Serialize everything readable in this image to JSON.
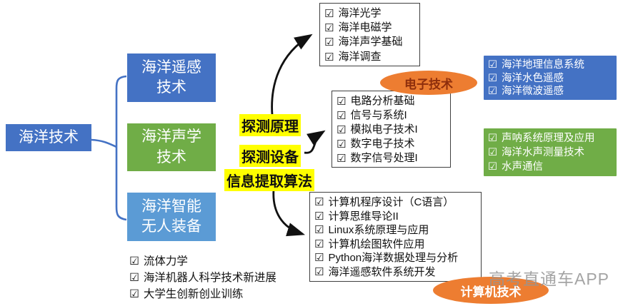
{
  "root_label": "海洋技术",
  "branches": {
    "remote_sensing": "海洋遥感\n技术",
    "acoustics": "海洋声学\n技术",
    "unmanned": "海洋智能\n无人装备"
  },
  "method_labels": {
    "principle": "探测原理",
    "equipment": "探测设备",
    "algorithm": "信息提取算法"
  },
  "bubbles": {
    "electronics": "电子技术",
    "computer": "计算机技术"
  },
  "checkbox_glyph": "☑",
  "course_lists": {
    "ocean_basics": [
      "海洋光学",
      "海洋电磁学",
      "海洋声学基础",
      "海洋调查"
    ],
    "electronics": [
      "电路分析基础",
      "信号与系统I",
      "模拟电子技术I",
      "数字电子技术",
      "数字信号处理I"
    ],
    "computer": [
      "计算机程序设计（C语言）",
      "计算思维导论II",
      "Linux系统原理与应用",
      "计算机绘图软件应用",
      "Python海洋数据处理与分析",
      "海洋遥感软件系统开发"
    ],
    "remote_sensing": [
      "海洋地理信息系统",
      "海洋水色遥感",
      "海洋微波遥感"
    ],
    "acoustics": [
      "声呐系统原理及应用",
      "海洋水声测量技术",
      "水声通信"
    ],
    "general": [
      "流体力学",
      "海洋机器人科学技术新进展",
      "大学生创新创业训练"
    ]
  },
  "watermark": "高考直通车APP",
  "colors": {
    "primary_blue": "#4472C4",
    "light_blue": "#5B9BD5",
    "green": "#70AD47",
    "orange": "#ED7D31",
    "highlight_yellow": "#FFFF00",
    "bubble_text_dark": "#8E2E0C",
    "connector_black": "#111111"
  }
}
